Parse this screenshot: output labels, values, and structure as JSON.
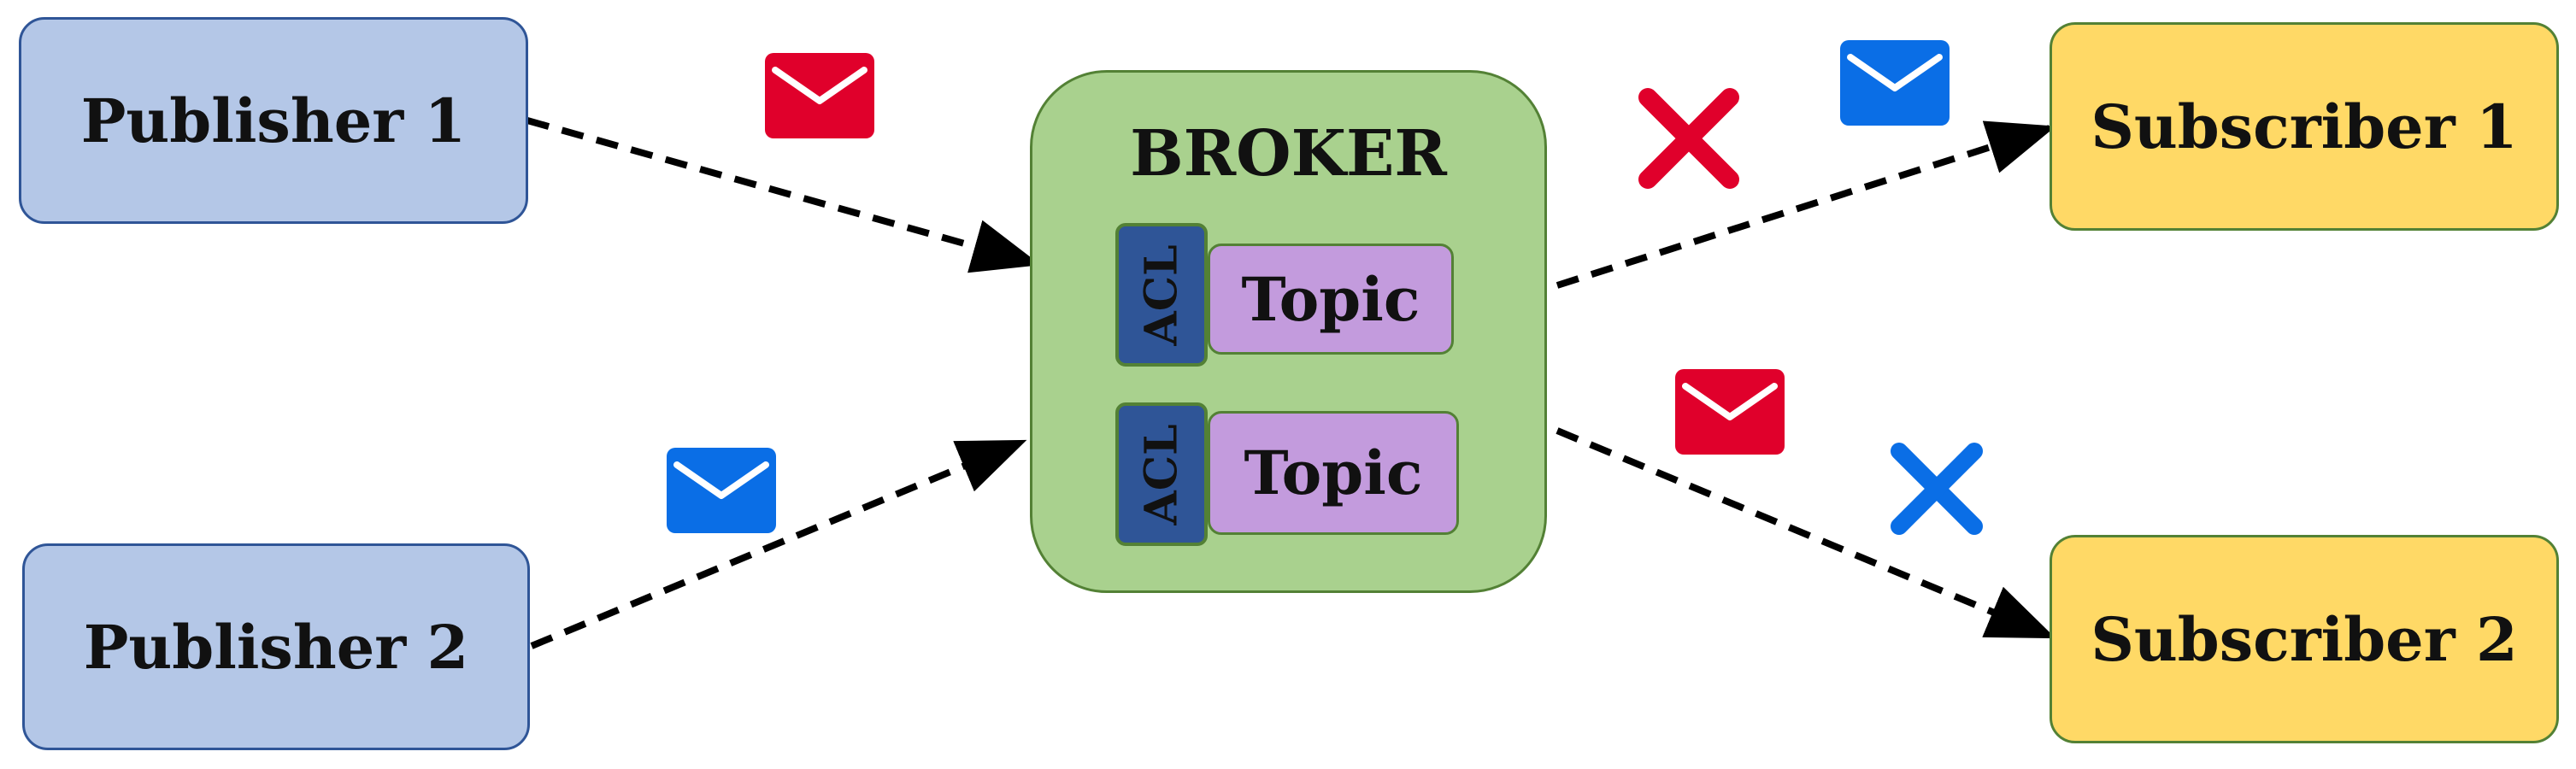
{
  "publishers": [
    {
      "label": "Publisher 1"
    },
    {
      "label": "Publisher 2"
    }
  ],
  "subscribers": [
    {
      "label": "Subscriber 1"
    },
    {
      "label": "Subscriber 2"
    }
  ],
  "broker": {
    "title": "BROKER",
    "topics": [
      {
        "acl_label": "ACL",
        "topic_label": "Topic"
      },
      {
        "acl_label": "ACL",
        "topic_label": "Topic"
      }
    ]
  },
  "colors": {
    "red_message": "#e0002b",
    "blue_message": "#0a6ee6",
    "publisher_fill": "#b4c7e7",
    "subscriber_fill": "#ffd966",
    "broker_fill": "#a9d18e",
    "topic_fill": "#c39bdd",
    "acl_fill": "#2f5597"
  },
  "icons": [
    "envelope-icon",
    "cross-icon"
  ]
}
